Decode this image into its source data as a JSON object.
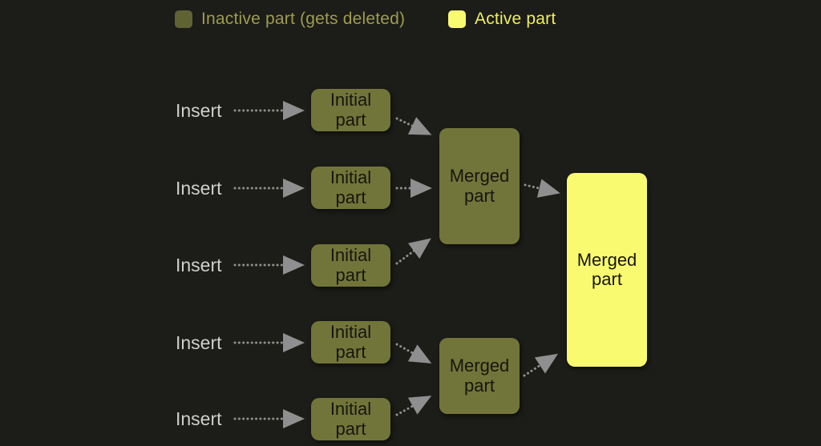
{
  "legend": {
    "inactive": {
      "label": "Inactive part (gets deleted)",
      "swatch_color": "#5f6334",
      "text_color": "#9d9d50"
    },
    "active": {
      "label": "Active part",
      "swatch_color": "#fafa70",
      "text_color": "#efef5e"
    }
  },
  "diagram": {
    "insert_label": "Insert",
    "initial_part_label": "Initial part",
    "merged_part_label": "Merged part",
    "rows": 5,
    "colors": {
      "background": "#1c1c18",
      "inactive_box": "#717539",
      "active_box": "#fafa70",
      "box_text": "#16160f",
      "insert_text": "#cfcfcf",
      "arrow": "#8f8f8f",
      "legend_inactive_text": "#9d9d50",
      "legend_active_text": "#efef5e"
    }
  }
}
